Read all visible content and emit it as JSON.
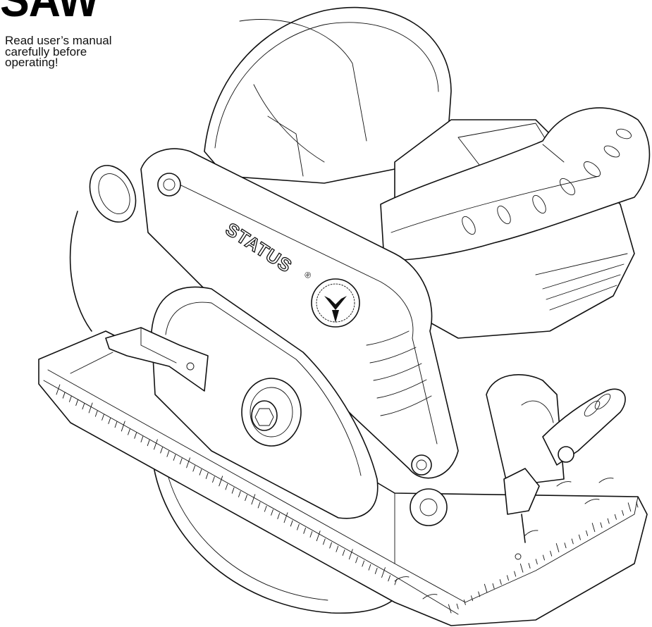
{
  "header": {
    "title": "SAW",
    "warning_lines": [
      "Read user’s manual",
      "carefully before",
      "operating!"
    ]
  },
  "figure": {
    "brand_label": "STATUS",
    "registered_mark": "®"
  },
  "colors": {
    "ink": "#111111",
    "paper": "#ffffff"
  }
}
